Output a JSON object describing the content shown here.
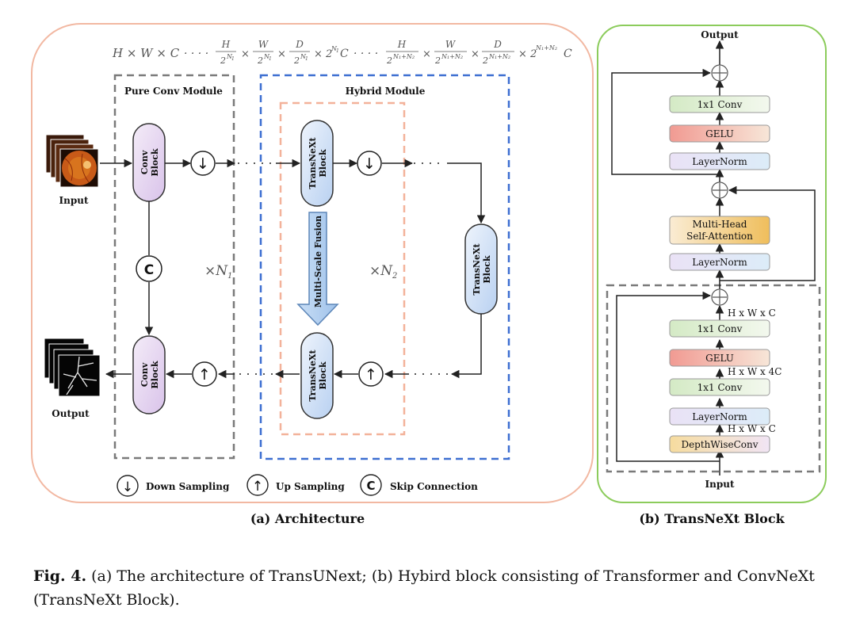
{
  "colors": {
    "architecture_frame": "#f2b8a2",
    "transnext_frame": "#8ccc5c",
    "pure_conv_dash": "#7a7a7a",
    "hybrid_dash": "#3d6fd1",
    "inner_dash": "#f3b29a",
    "conv_block": "#ead9f2",
    "transnext_block": "#cfe0f6",
    "gelu": "#f3a8a0",
    "conv1x1": "#c7e4b2",
    "mhsa": "#f6d18c",
    "layernorm": "#e3e6f8",
    "depthwise": "#f5dca0"
  },
  "architecture": {
    "dims": {
      "d1": "H × W × C",
      "dots": "· · · ·",
      "d2_H": "H",
      "d2_W": "W",
      "d2_D": "D",
      "d2_den": "2",
      "d2_sup": "N",
      "d2_sub": "1",
      "d2_tail": "× 2",
      "d2_tail_sup": "N",
      "d2_tail_sub": "1",
      "d2_C": "C",
      "d3_sup": "N₁+N₂",
      "d3_tail_sup": "N₁+N₂",
      "times": "×"
    },
    "pure_conv_title": "Pure Conv Module",
    "hybrid_title": "Hybrid Module",
    "input_label": "Input",
    "output_label": "Output",
    "conv_block_top": [
      "Conv",
      "Block"
    ],
    "conv_block_bottom": [
      "Conv",
      "Block"
    ],
    "transnext_block_top": [
      "TransNeXt",
      "Block"
    ],
    "transnext_block_bottom": [
      "TransNeXt",
      "Block"
    ],
    "transnext_block_right": [
      "TransNeXt",
      "Block"
    ],
    "multi_scale_fusion": "Multi-Scale Fusion",
    "skip_symbol": "C",
    "repeat_n1": "×N",
    "repeat_n1_sub": "1",
    "repeat_n2": "×N",
    "repeat_n2_sub": "2",
    "down_symbol": "↓",
    "up_symbol": "↑",
    "legend_down": "Down Sampling",
    "legend_up": "Up Sampling",
    "legend_skip": "Skip Connection",
    "subtitle": "(a) Architecture"
  },
  "transnext": {
    "output_label": "Output",
    "input_label": "Input",
    "top_conv": "1x1 Conv",
    "top_gelu": "GELU",
    "top_layernorm": "LayerNorm",
    "mhsa": [
      "Multi-Head",
      "Self-Attention"
    ],
    "mid_layernorm": "LayerNorm",
    "bot_conv2": "1x1 Conv",
    "bot_gelu": "GELU",
    "bot_conv1": "1x1 Conv",
    "bot_layernorm": "LayerNorm",
    "depthwise": "DepthWiseConv",
    "dim_top": "H x W x C",
    "dim_mid": "H x W x 4C",
    "dim_bot": "H x W x C",
    "subtitle": "(b) TransNeXt Block"
  },
  "caption": {
    "label": "Fig. 4.",
    "text": " (a) The architecture of TransUNext; (b) Hybird block consisting of Transformer and ConvNeXt (TransNeXt Block)."
  }
}
